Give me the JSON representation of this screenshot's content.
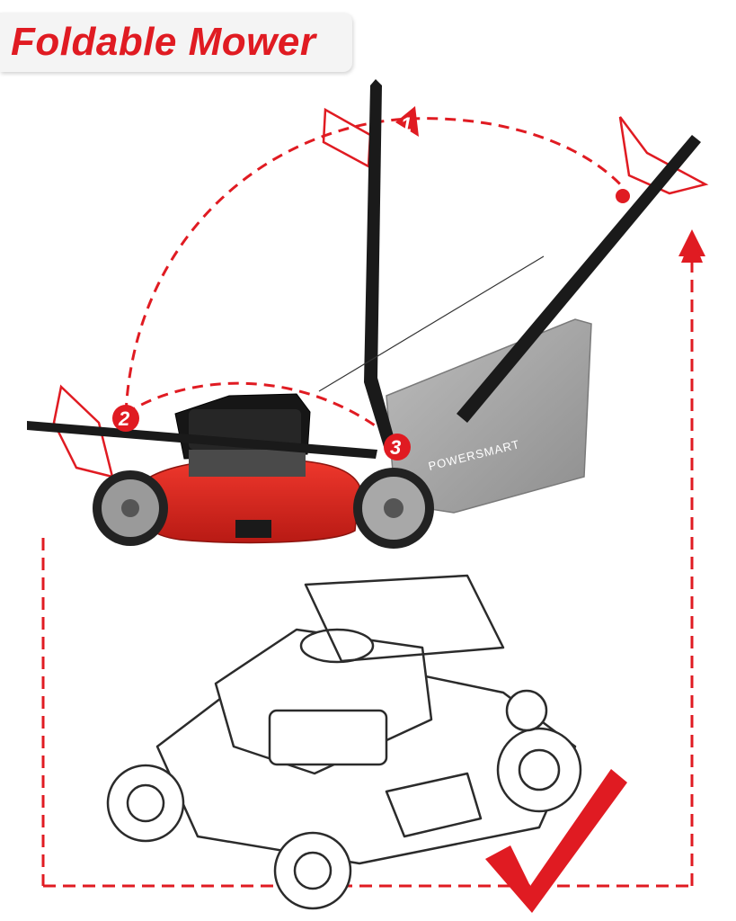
{
  "title": "Foldable Mower",
  "brand": "POWERSMART",
  "steps": [
    "1",
    "2",
    "3"
  ],
  "colors": {
    "accent": "#e01b22",
    "deck": "#e4261e",
    "bag": "#a8a8a8",
    "handle": "#1a1a1a",
    "line_art": "#2b2b2b"
  },
  "icons": [
    "check-mark-icon",
    "up-arrow-icon",
    "fold-arrow-icon"
  ]
}
